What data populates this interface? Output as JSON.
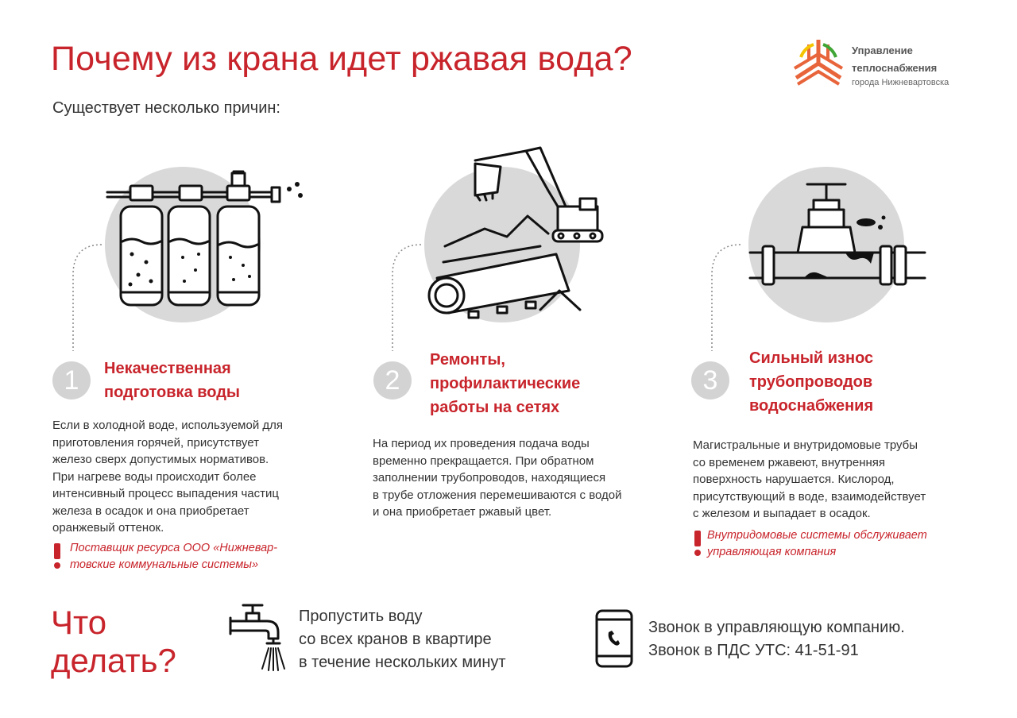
{
  "header": {
    "title": "Почему из крана идет ржавая вода?",
    "subtitle": "Существует несколько причин:"
  },
  "logo": {
    "line1": "Управление",
    "line2": "теплоснабжения",
    "line3": "города Нижневартовска"
  },
  "reasons": [
    {
      "number": "1",
      "heading_lines": [
        "Некачественная",
        "подготовка воды"
      ],
      "text_lines": [
        "Если в холодной воде, используемой для",
        "приготовления горячей, присутствует",
        "железо сверх допустимых нормативов.",
        "При нагреве воды происходит более",
        "интенсивный процесс выпадения частиц",
        "железа в осадок и она приобретает",
        "оранжевый оттенок."
      ],
      "note_lines": [
        "Поставщик ресурса ООО «Нижневар-",
        "товские коммунальные системы»"
      ]
    },
    {
      "number": "2",
      "heading_lines": [
        "Ремонты,",
        "профилактические",
        "работы на сетях"
      ],
      "text_lines": [
        "На период их проведения подача воды",
        "временно прекращается. При обратном",
        "заполнении трубопроводов, находящиеся",
        "в трубе отложения перемешиваются с водой",
        "и она приобретает ржавый цвет."
      ]
    },
    {
      "number": "3",
      "heading_lines": [
        "Сильный износ",
        "трубопроводов",
        "водоснабжения"
      ],
      "text_lines": [
        "Магистральные и внутридомовые трубы",
        "со временем ржавеют, внутренняя",
        "поверхность нарушается. Кислород,",
        "присутствующий в воде, взаимодействует",
        "с железом и выпадает в осадок."
      ],
      "note_lines": [
        "Внутридомовые системы обслуживает",
        "управляющая компания"
      ]
    }
  ],
  "what_to_do": {
    "title_lines": [
      "Что",
      "делать?"
    ],
    "action1_lines": [
      "Пропустить воду",
      "со всех кранов в квартире",
      "в течение нескольких минут"
    ],
    "action2_lines": [
      "Звонок в управляющую компанию.",
      "Звонок в ПДС УТС: 41-51-91"
    ]
  },
  "colors": {
    "accent": "#c8242b",
    "circle": "#d9d9d9",
    "text": "#333333",
    "logo_orange": "#e8643a",
    "logo_yellow": "#f5c400",
    "logo_green": "#3fa535"
  },
  "icons": [
    "logo-icon",
    "filter-icon",
    "excavator-pipe-icon",
    "rusty-pipe-icon",
    "exclamation-icon",
    "faucet-icon",
    "phone-icon"
  ]
}
